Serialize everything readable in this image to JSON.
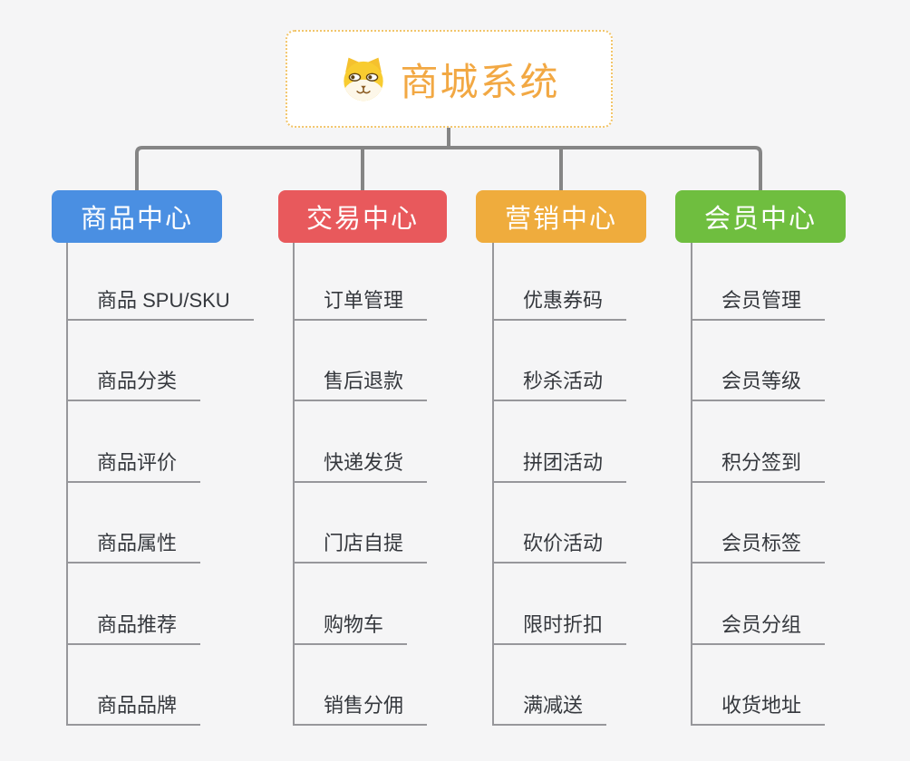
{
  "root": {
    "title": "商城系统",
    "icon": "dog-face-icon",
    "title_color": "#f2a843",
    "border_color": "#f2c56a"
  },
  "connector_color": "#858585",
  "branches": [
    {
      "label": "商品中心",
      "color": "#4a8fe2",
      "children": [
        "商品 SPU/SKU",
        "商品分类",
        "商品评价",
        "商品属性",
        "商品推荐",
        "商品品牌"
      ]
    },
    {
      "label": "交易中心",
      "color": "#e8595c",
      "children": [
        "订单管理",
        "售后退款",
        "快递发货",
        "门店自提",
        "购物车",
        "销售分佣"
      ]
    },
    {
      "label": "营销中心",
      "color": "#efac3d",
      "children": [
        "优惠券码",
        "秒杀活动",
        "拼团活动",
        "砍价活动",
        "限时折扣",
        "满减送"
      ]
    },
    {
      "label": "会员中心",
      "color": "#6fbe3f",
      "children": [
        "会员管理",
        "会员等级",
        "积分签到",
        "会员标签",
        "会员分组",
        "收货地址"
      ]
    }
  ]
}
